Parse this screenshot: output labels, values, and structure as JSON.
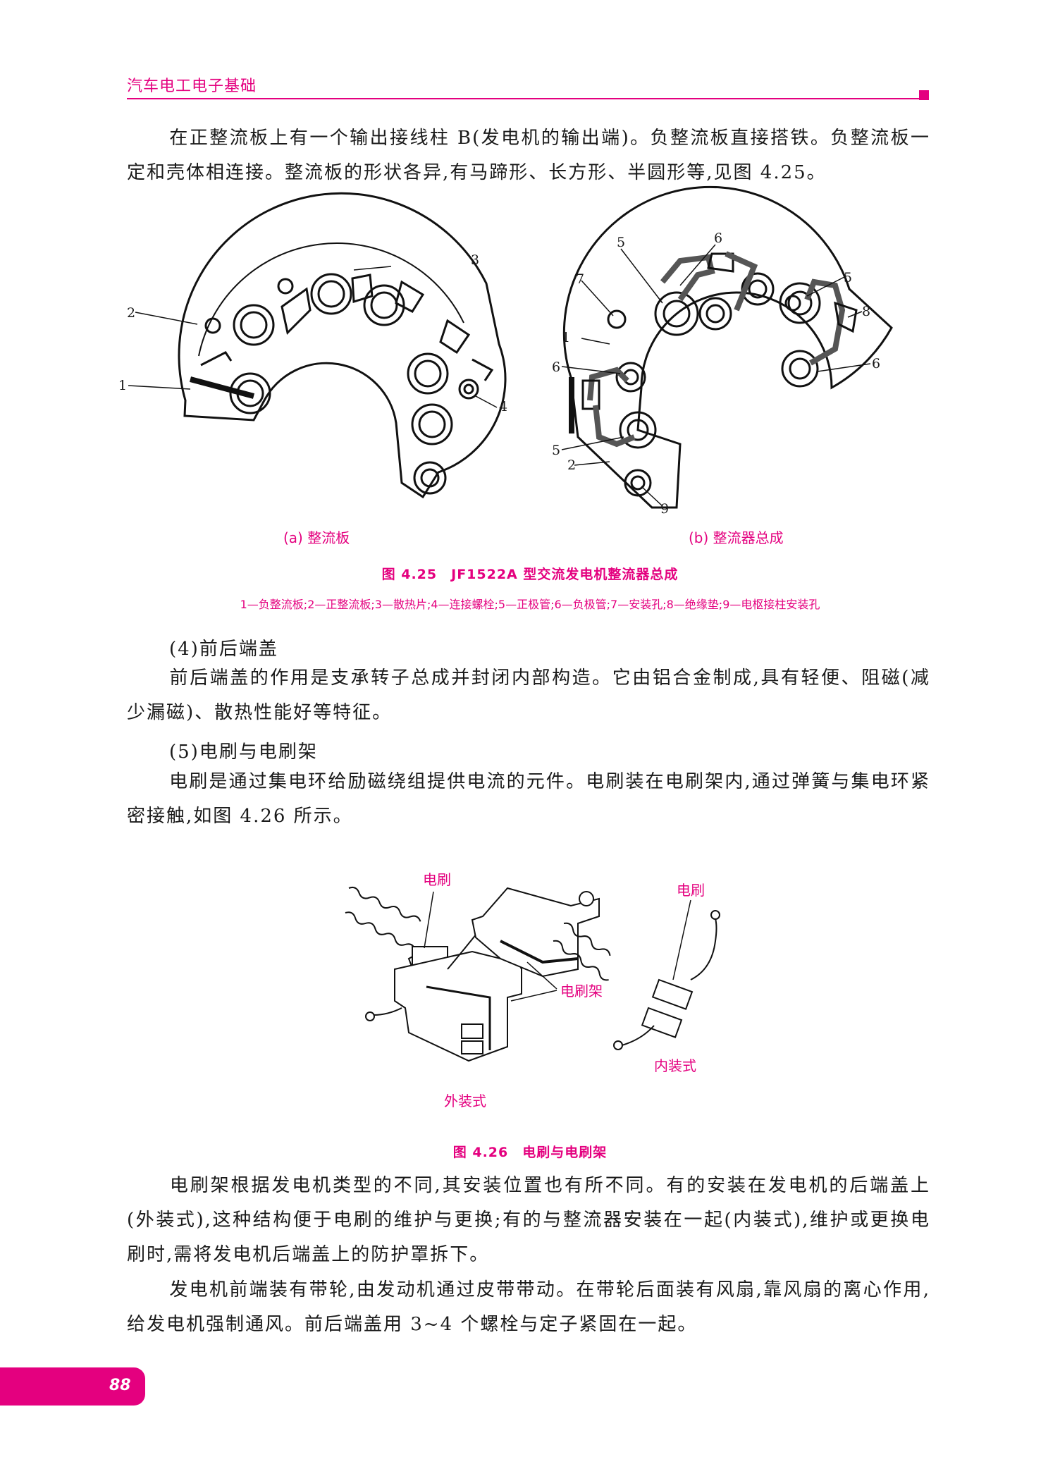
{
  "header": {
    "title": "汽车电工电子基础"
  },
  "paragraphs": {
    "p1": "在正整流板上有一个输出接线柱 B(发电机的输出端)。负整流板直接搭铁。负整流板一定和壳体相连接。整流板的形状各异,有马蹄形、长方形、半圆形等,见图 4.25。",
    "h4": "(4)前后端盖",
    "p2": "前后端盖的作用是支承转子总成并封闭内部构造。它由铝合金制成,具有轻便、阻磁(减少漏磁)、散热性能好等特征。",
    "h5": "(5)电刷与电刷架",
    "p3": "电刷是通过集电环给励磁绕组提供电流的元件。电刷装在电刷架内,通过弹簧与集电环紧密接触,如图 4.26 所示。",
    "p4": "电刷架根据发电机类型的不同,其安装位置也有所不同。有的安装在发电机的后端盖上(外装式),这种结构便于电刷的维护与更换;有的与整流器安装在一起(内装式),维护或更换电刷时,需将发电机后端盖上的防护罩拆下。",
    "p5": "发电机前端装有带轮,由发动机通过皮带带动。在带轮后面装有风扇,靠风扇的离心作用,给发电机强制通风。前后端盖用 3~4 个螺栓与定子紧固在一起。"
  },
  "figure_425": {
    "caption_a": "(a) 整流板",
    "caption_b": "(b) 整流器总成",
    "title": "图 4.25　JF1522A 型交流发电机整流器总成",
    "legend": "1—负整流板;2—正整流板;3—散热片;4—连接螺栓;5—正极管;6—负极管;7—安装孔;8—绝缘垫;9—电枢接柱安装孔",
    "labels_a": [
      "1",
      "2",
      "3",
      "4"
    ],
    "labels_b": [
      "1",
      "2",
      "5",
      "6",
      "7",
      "8",
      "9",
      "5",
      "6",
      "5",
      "6"
    ]
  },
  "figure_426": {
    "label_brush_left": "电刷",
    "label_brush_right": "电刷",
    "label_holder": "电刷架",
    "label_internal": "内装式",
    "label_external": "外装式",
    "title": "图 4.26　电刷与电刷架"
  },
  "page_number": "88"
}
